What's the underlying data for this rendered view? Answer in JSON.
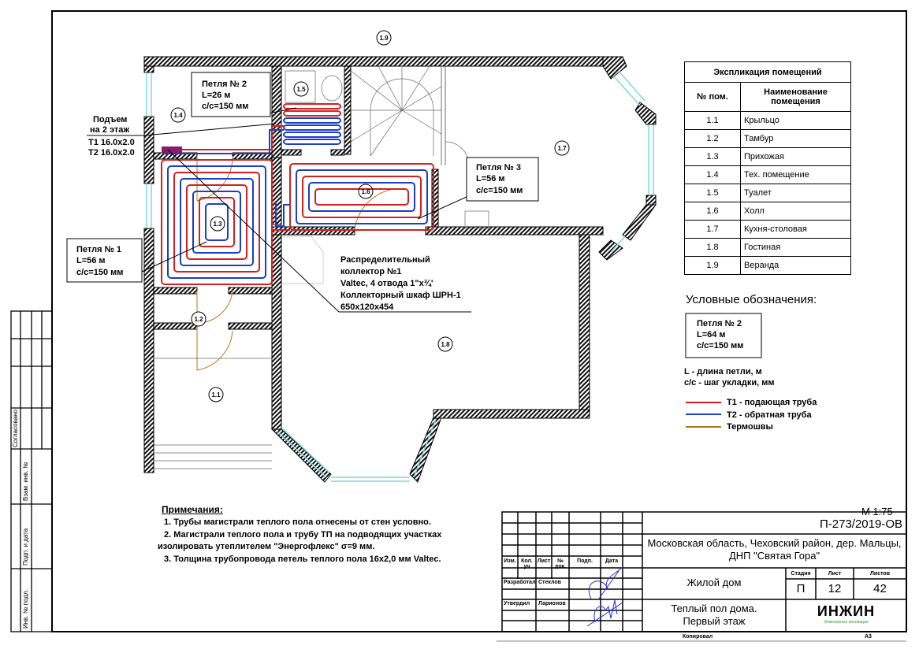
{
  "plan": {
    "rooms": [
      "1.1",
      "1.2",
      "1.3",
      "1.4",
      "1.5",
      "1.6",
      "1.7",
      "1.8",
      "1.9"
    ],
    "loop1": {
      "title": "Петля № 1",
      "length": "L=56 м",
      "step": "с/с=150 мм"
    },
    "loop2": {
      "title": "Петля № 2",
      "length": "L=26 м",
      "step": "с/с=150 мм"
    },
    "loop3": {
      "title": "Петля № 3",
      "length": "L=56 м",
      "step": "с/с=150 мм"
    },
    "riser": {
      "line1": "Подъем",
      "line2": "на 2 этаж",
      "t1": "Т1 16.0х2.0",
      "t2": "Т2 16.0х2.0"
    },
    "collector": {
      "line1": "Распределительный",
      "line2": "коллектор №1",
      "line3": "Valtec, 4 отвода 1\"х¾'",
      "line4": "Коллекторный шкаф ШРН-1",
      "line5": "650х120х454"
    }
  },
  "explication": {
    "title": "Экспликация помещений",
    "col_num": "№ пом.",
    "col_name": "Наименование помещения",
    "rows": [
      {
        "num": "1.1",
        "name": "Крыльцо"
      },
      {
        "num": "1.2",
        "name": "Тамбур"
      },
      {
        "num": "1.3",
        "name": "Прихожая"
      },
      {
        "num": "1.4",
        "name": "Тех. помещение"
      },
      {
        "num": "1.5",
        "name": "Туалет"
      },
      {
        "num": "1.6",
        "name": "Холл"
      },
      {
        "num": "1.7",
        "name": "Кухня-столовая"
      },
      {
        "num": "1.8",
        "name": "Гостиная"
      },
      {
        "num": "1.9",
        "name": "Веранда"
      }
    ]
  },
  "legend": {
    "title": "Условные обозначения:",
    "sample": {
      "title": "Петля № 2",
      "length": "L=64 м",
      "step": "с/с=150 мм"
    },
    "l_desc": "L - длина петли, м",
    "cc_desc": "с/с - шаг укладки, мм",
    "items": [
      {
        "label": "Т1 - подающая труба",
        "color": "#d42020"
      },
      {
        "label": "Т2 - обратная труба",
        "color": "#1a3fc8"
      },
      {
        "label": "Термошвы",
        "color": "#b8741c"
      }
    ]
  },
  "scale": "М 1:75",
  "notes": {
    "title": "Примечания:",
    "items": [
      "1.   Трубы магистрали теплого пола отнесены от стен условно.",
      "2.   Магистрали теплого пола и трубу ТП на подводящих участках",
      "изолировать утеплителем \"Энергофлекс\" σ=9 мм.",
      "3.   Толщина трубопровода петель теплого пола 16х2,0 мм Valtec."
    ]
  },
  "stamp": {
    "agreed": "Согласовано",
    "vzam": "Взам. инв. №",
    "podp": "Подп. и дата",
    "inv": "Инв. № подл."
  },
  "title_block": {
    "code": "П-273/2019-ОВ",
    "address": "Московская область, Чеховский район, дер. Мальцы, ДНП \"Святая Гора\"",
    "object": "Жилой дом",
    "sheet_title_1": "Теплый пол дома.",
    "sheet_title_2": "Первый этаж",
    "cols": [
      "Изм.",
      "Кол. уч",
      "Лист",
      "№ док.",
      "Подп.",
      "Дата"
    ],
    "developed_label": "Разработал",
    "developed_name": "Стеклов",
    "approved_label": "Утвердил",
    "approved_name": "Ларионов",
    "stage_label": "Стадия",
    "sheet_label": "Лист",
    "sheets_label": "Листов",
    "stage": "П",
    "sheet": "12",
    "sheets": "42",
    "logo": "ИНЖИН",
    "logo_sub": "Инженерные инновации",
    "copied": "Копировал",
    "format": "А3"
  },
  "colors": {
    "supply": "#d42020",
    "return": "#1a3fc8",
    "thermo": "#b8741c",
    "window": "#7fd8e0"
  }
}
